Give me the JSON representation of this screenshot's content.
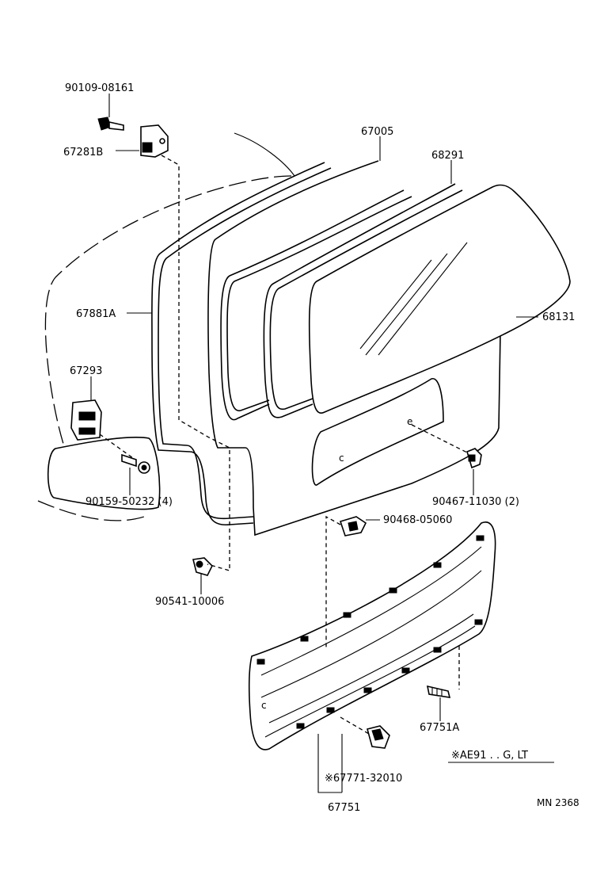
{
  "labels": {
    "p90109_08161": "90109-08161",
    "p67281b": "67281B",
    "p67005": "67005",
    "p68291": "68291",
    "p67881a": "67881A",
    "p68131": "68131",
    "p67293": "67293",
    "p90159_50232": "90159-50232 (4)",
    "p90467_11030": "90467-11030 (2)",
    "p90468_05060": "90468-05060",
    "p90541_10006": "90541-10006",
    "p67751a": "67751A",
    "p67771_32010": "※67771-32010",
    "p67751": "67751",
    "note": "※AE91 . . G, LT",
    "code": "MN 2368"
  },
  "icons": {
    "bolt": "bolt-icon",
    "clip": "clip-icon",
    "hinge": "hinge-icon"
  }
}
